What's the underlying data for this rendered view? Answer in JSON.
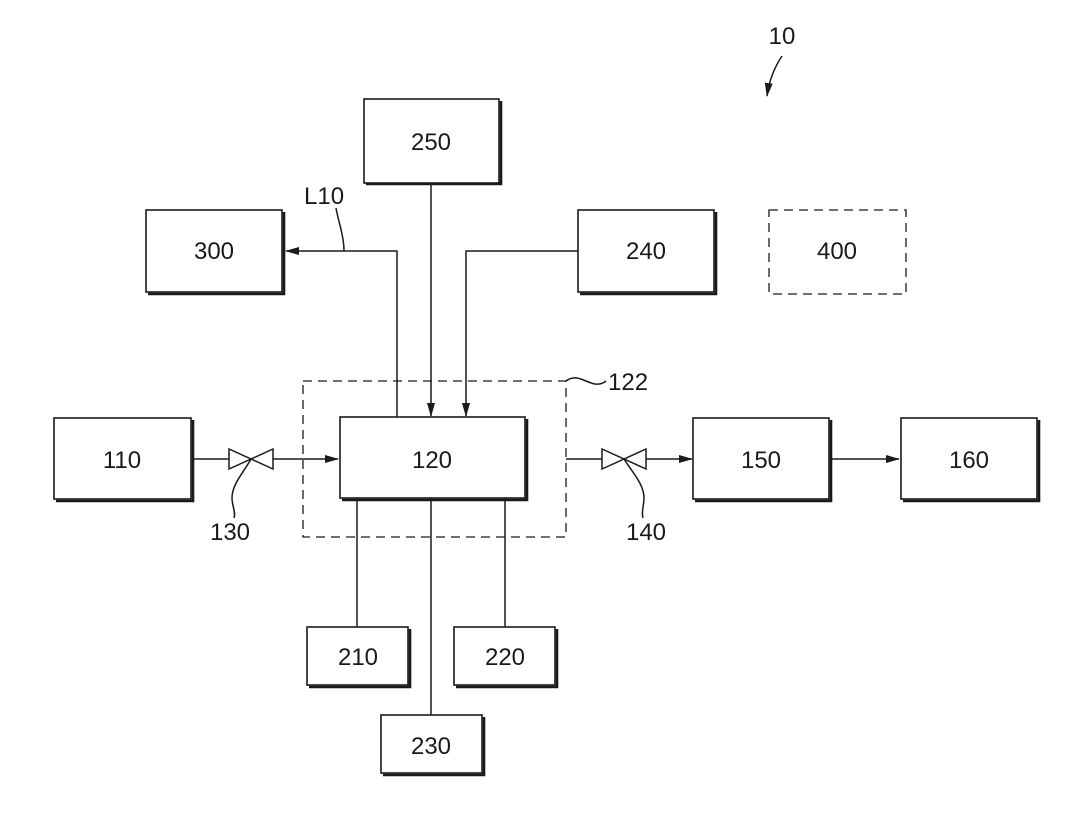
{
  "figure_ref": "10",
  "boxes": {
    "b110": "110",
    "b120": "120",
    "b150": "150",
    "b160": "160",
    "b210": "210",
    "b220": "220",
    "b230": "230",
    "b240": "240",
    "b250": "250",
    "b300": "300",
    "b400": "400"
  },
  "regions": {
    "r122": "122"
  },
  "valves": {
    "v130": "130",
    "v140": "140"
  },
  "lines": {
    "l10": "L10"
  }
}
